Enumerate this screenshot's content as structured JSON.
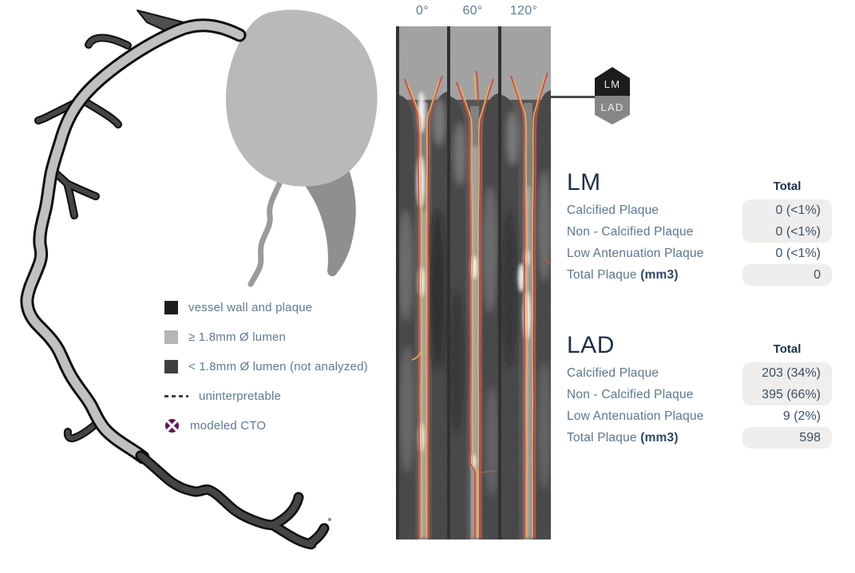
{
  "view_title": "coronary-plaque-analysis",
  "vessel_map": {
    "legend": [
      {
        "label": "vessel wall and plaque",
        "swatch_color": "#1c1c1c",
        "swatch_type": "square"
      },
      {
        "label": "≥ 1.8mm Ø lumen",
        "swatch_color": "#b5b5b5",
        "swatch_type": "square"
      },
      {
        "label": "< 1.8mm Ø lumen (not analyzed)",
        "swatch_color": "#3f3f3f",
        "swatch_type": "square"
      },
      {
        "label": "uninterpretable",
        "swatch_color": "#3f3f3f",
        "swatch_type": "dashed-line"
      },
      {
        "label": "modeled CTO",
        "swatch_color": "#63175c",
        "swatch_type": "cto-icon"
      }
    ]
  },
  "ct_view": {
    "angle_labels": [
      "0°",
      "60°",
      "120°"
    ],
    "contour_colors": {
      "outer_wall": "#d32b1f",
      "lumen": "#f0a93c"
    }
  },
  "badge": {
    "top": "LM",
    "bottom": "LAD"
  },
  "tables": [
    {
      "title": "LM",
      "column_header": "Total",
      "rows": [
        {
          "label": "Calcified Plaque",
          "label_bold": "",
          "value": "0 (<1%)"
        },
        {
          "label": "Non - Calcified Plaque",
          "label_bold": "",
          "value": "0 (<1%)"
        },
        {
          "label": "Low Antenuation Plaque",
          "label_bold": "",
          "value": "0 (<1%)"
        },
        {
          "label": "Total Plaque ",
          "label_bold": "(mm3)",
          "value": "0"
        }
      ]
    },
    {
      "title": "LAD",
      "column_header": "Total",
      "rows": [
        {
          "label": "Calcified Plaque",
          "label_bold": "",
          "value": "203 (34%)"
        },
        {
          "label": "Non - Calcified Plaque",
          "label_bold": "",
          "value": "395 (66%)"
        },
        {
          "label": "Low Antenuation Plaque",
          "label_bold": "",
          "value": "9 (2%)"
        },
        {
          "label": "Total Plaque ",
          "label_bold": "(mm3)",
          "value": "598"
        }
      ]
    }
  ],
  "colors": {
    "title_navy": "#1d3049",
    "row_label_slate": "#5c7792",
    "value_navy": "#3b5068",
    "cell_background": "#efeeec",
    "legend_text": "#5e7a94",
    "angle_label": "#607d98",
    "contour_red": "#d32b1f",
    "contour_orange": "#f0a93c",
    "cto_purple": "#63175c",
    "lumen_gray": "#b5b5b5",
    "not_analyzed_gray": "#3f3f3f",
    "wall_black": "#1c1c1c"
  }
}
